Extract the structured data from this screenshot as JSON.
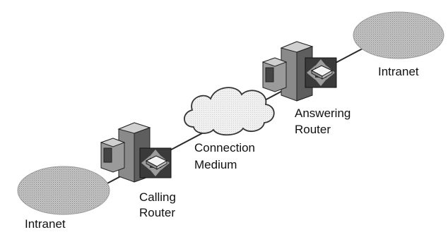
{
  "labels": {
    "intranet_left": "Intranet",
    "intranet_right": "Intranet",
    "calling_router_line1": "Calling",
    "calling_router_line2": "Router",
    "answering_router_line1": "Answering",
    "answering_router_line2": "Router",
    "connection_line1": "Connection",
    "connection_line2": "Medium"
  },
  "colors": {
    "intranet_fill": "#b3b3b3",
    "cloud_fill": "#ebebeb",
    "server_front": "#9a9a9a",
    "server_side": "#6e6e6e",
    "server_top": "#cfcfcf",
    "router_tile": "#3a3a3a",
    "link_line": "#2a2a2a"
  },
  "icons": {
    "left_intranet": "intranet-ellipse",
    "right_intranet": "intranet-ellipse",
    "connection": "cloud-icon",
    "left_computer": "server-icon",
    "right_computer": "server-icon",
    "left_router": "router-icon",
    "right_router": "router-icon"
  }
}
